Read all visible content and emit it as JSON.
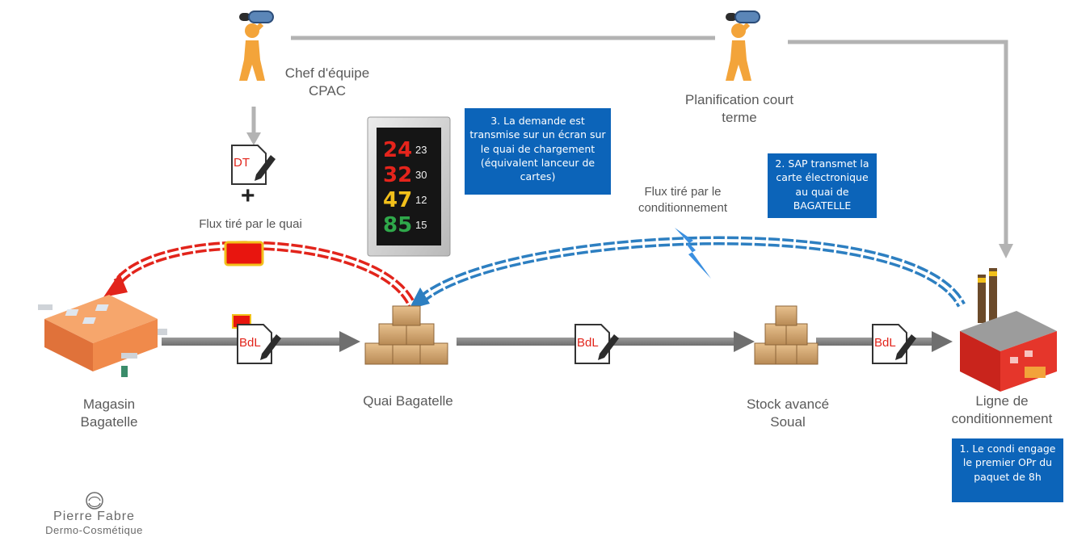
{
  "nodes": {
    "magasin": "Magasin\nBagatelle",
    "quai": "Quai Bagatelle",
    "stock": "Stock avancé\nSoual",
    "ligne": "Ligne de\nconditionnement",
    "chef": "Chef d'équipe\nCPAC",
    "planif": "Planification court\nterme"
  },
  "flux": {
    "quai": "Flux tiré par le quai",
    "cond": "Flux tiré par le\nconditionnement"
  },
  "docs": {
    "dt": "DT",
    "bdl": "BdL",
    "plus": "+"
  },
  "callouts": {
    "c1": "1. Le condi engage le premier OPr du paquet de 8h",
    "c2": "2. SAP transmet la carte électronique au quai de BAGATELLE",
    "c3": "3. La demande est transmise sur un écran sur le quai de chargement (équivalent lanceur de cartes)"
  },
  "screen": {
    "rows": [
      {
        "big": "24",
        "small": "23",
        "color": "#e5241c"
      },
      {
        "big": "32",
        "small": "30",
        "color": "#e5241c"
      },
      {
        "big": "47",
        "small": "12",
        "color": "#f2c01b"
      },
      {
        "big": "85",
        "small": "15",
        "color": "#2fa84a"
      }
    ]
  },
  "logo": {
    "name": "Pierre Fabre",
    "sub": "Dermo-Cosmétique"
  },
  "colors": {
    "arrow_gray": "#8a8a8a",
    "red_dash": "#e2241b",
    "blue_dash": "#2d7fc1",
    "callout_bg": "#0c64b9"
  }
}
